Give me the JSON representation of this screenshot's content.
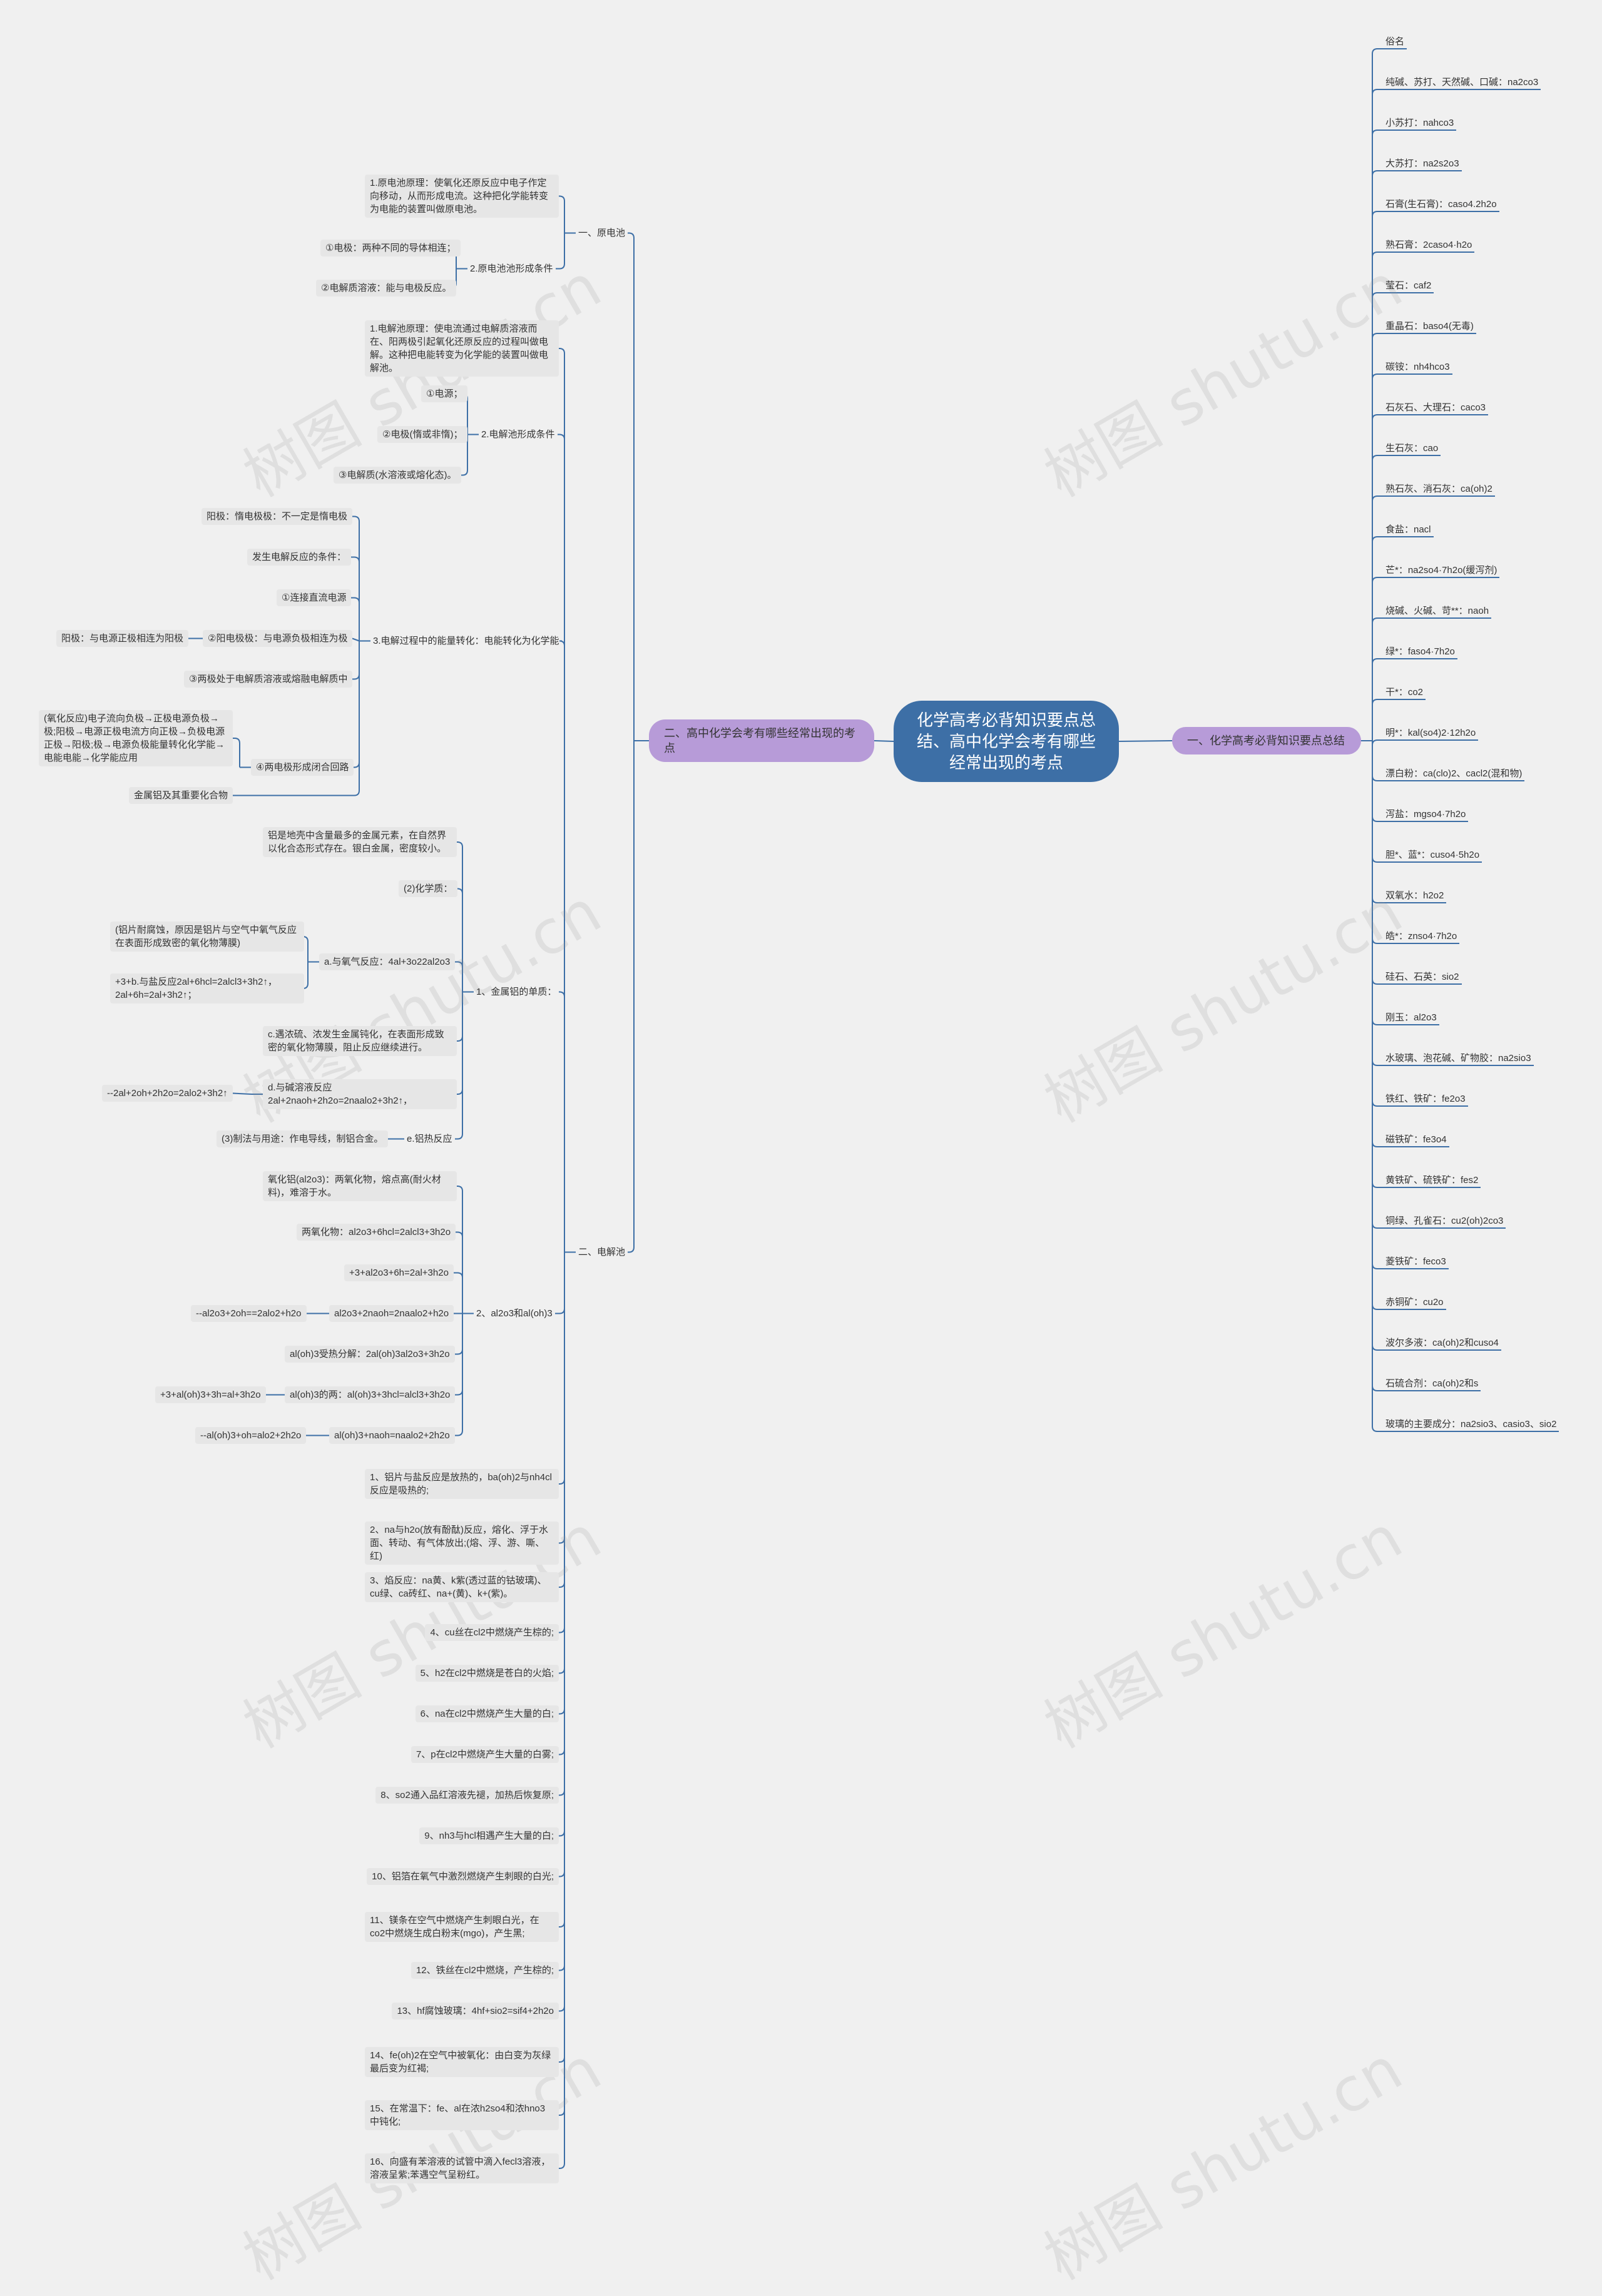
{
  "watermark": "树图 shutu.cn",
  "colors": {
    "root": "#3d6fa6",
    "main": "#b79bd8",
    "leaf": "#e6e6e6",
    "line": "#3d6fa6",
    "background": "#f0f0f0"
  },
  "root": {
    "title": "化学高考必背知识要点总结、高中化学会考有哪些经常出现的考点"
  },
  "right": {
    "title": "一、化学高考必背知识要点总结",
    "items": [
      "俗名",
      "纯碱、苏打、天然碱、口碱：na2co3",
      "小苏打：nahco3",
      "大苏打：na2s2o3",
      "石膏(生石膏)：caso4.2h2o",
      "熟石膏：2caso4·h2o",
      "莹石：caf2",
      "重晶石：baso4(无毒)",
      "碳铵：nh4hco3",
      "石灰石、大理石：caco3",
      "生石灰：cao",
      "熟石灰、消石灰：ca(oh)2",
      "食盐：nacl",
      "芒*：na2so4·7h2o(缓泻剂)",
      "烧碱、火碱、苛**：naoh",
      "绿*：faso4·7h2o",
      "干*：co2",
      "明*：kal(so4)2·12h2o",
      "漂白粉：ca(clo)2、cacl2(混和物)",
      "泻盐：mgso4·7h2o",
      "胆*、蓝*：cuso4·5h2o",
      "双氧水：h2o2",
      "皓*：znso4·7h2o",
      "硅石、石英：sio2",
      "刚玉：al2o3",
      "水玻璃、泡花碱、矿物胶：na2sio3",
      "铁红、铁矿：fe2o3",
      "磁铁矿：fe3o4",
      "黄铁矿、硫铁矿：fes2",
      "铜绿、孔雀石：cu2(oh)2co3",
      "菱铁矿：feco3",
      "赤铜矿：cu2o",
      "波尔多液：ca(oh)2和cuso4",
      "石硫合剂：ca(oh)2和s",
      "玻璃的主要成分：na2sio3、casio3、sio2"
    ]
  },
  "left": {
    "title": "二、高中化学会考有哪些经常出现的考点",
    "b1": {
      "label": "一、原电池",
      "c1": "1.原电池原理：使氧化还原反应中电子作定向移动，从而形成电流。这种把化学能转变为电能的装置叫做原电池。",
      "c2": "2.原电池池形成条件",
      "c2a": "①电极：两种不同的导体相连；",
      "c2b": "②电解质溶液：能与电极反应。"
    },
    "b2": {
      "label": "二、电解池",
      "c1": "1.电解池原理：使电流通过电解质溶液而在、阳两极引起氧化还原反应的过程叫做电解。这种把电能转变为化学能的装置叫做电解池。",
      "c2": "2.电解池形成条件",
      "c2a": "①电源；",
      "c2b": "②电极(惰或非惰)；",
      "c2c": "③电解质(水溶液或熔化态)。",
      "c3": "3.电解过程中的能量转化：电能转化为化学能",
      "c3a": "阳极：惰电极极：不一定是惰电极",
      "c3b": "发生电解反应的条件：",
      "c3c": "①连接直流电源",
      "c3d": "②阳电极极：与电源负极相连为极",
      "c3d1": "阳极：与电源正极相连为阳极",
      "c3e": "③两极处于电解质溶液或熔融电解质中",
      "c3f": "④两电极形成闭合回路",
      "c3f1": "(氧化反应)电子流向负极→正极电源负极→极;阳极→电源正极电流方向正极→负极电源正极→阳极;极→电源负极能量转化化学能→电能电能→化学能应用",
      "c3g": "金属铝及其重要化合物",
      "d1": "1、金属铝的单质：",
      "d1a": "铝是地壳中含量最多的金属元素，在自然界以化合态形式存在。银白金属，密度较小。",
      "d1b": "(2)化学质：",
      "d1c": "a.与氧气反应：4al+3o22al2o3",
      "d1c1": "(铝片耐腐蚀，原因是铝片与空气中氧气反应在表面形成致密的氧化物薄膜)",
      "d1c2": "+3+b.与盐反应2al+6hcl=2alcl3+3h2↑，2al+6h=2al+3h2↑；",
      "d1d": "c.遇浓硫、浓发生金属钝化，在表面形成致密的氧化物薄膜，阻止反应继续进行。",
      "d1e": "d.与碱溶液反应2al+2naoh+2h2o=2naalo2+3h2↑，",
      "d1e1": "--2al+2oh+2h2o=2alo2+3h2↑",
      "d1f": "e.铝热反应",
      "d1f1": "(3)制法与用途：作电导线，制铝合金。",
      "d2": "2、al2o3和al(oh)3",
      "d2a": "氧化铝(al2o3)：两氧化物，熔点高(耐火材料)，难溶于水。",
      "d2b": "两氧化物：al2o3+6hcl=2alcl3+3h2o",
      "d2c": "+3+al2o3+6h=2al+3h2o",
      "d2d": "al2o3+2naoh=2naalo2+h2o",
      "d2d1": "--al2o3+2oh==2alo2+h2o",
      "d2e": "al(oh)3受热分解：2al(oh)3al2o3+3h2o",
      "d2f": "al(oh)3的两：al(oh)3+3hcl=alcl3+3h2o",
      "d2f1": "+3+al(oh)3+3h=al+3h2o",
      "d2g": "al(oh)3+naoh=naalo2+2h2o",
      "d2g1": "--al(oh)3+oh=alo2+2h2o",
      "facts": [
        "1、铝片与盐反应是放热的，ba(oh)2与nh4cl反应是吸热的;",
        "2、na与h2o(放有酚酞)反应，熔化、浮于水面、转动、有气体放出;(熔、浮、游、嘶、红)",
        "3、焰反应：na黄、k紫(透过蓝的钴玻璃)、cu绿、ca砖红、na+(黄)、k+(紫)。",
        "4、cu丝在cl2中燃烧产生棕的;",
        "5、h2在cl2中燃烧是苍白的火焰;",
        "6、na在cl2中燃烧产生大量的白;",
        "7、p在cl2中燃烧产生大量的白雾;",
        "8、so2通入品红溶液先褪，加热后恢复原;",
        "9、nh3与hcl相遇产生大量的白;",
        "10、铝箔在氧气中激烈燃烧产生刺眼的白光;",
        "11、镁条在空气中燃烧产生刺眼白光，在co2中燃烧生成白粉末(mgo)，产生黑;",
        "12、铁丝在cl2中燃烧，产生棕的;",
        "13、hf腐蚀玻璃：4hf+sio2=sif4+2h2o",
        "14、fe(oh)2在空气中被氧化：由白变为灰绿最后变为红褐;",
        "15、在常温下：fe、al在浓h2so4和浓hno3中钝化;",
        "16、向盛有苯溶液的试管中滴入fecl3溶液，溶液呈紫;苯遇空气呈粉红。"
      ]
    }
  }
}
